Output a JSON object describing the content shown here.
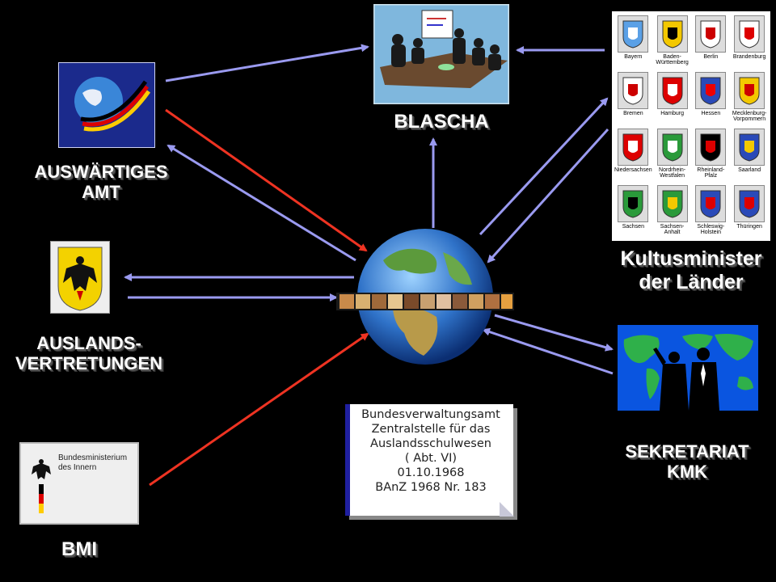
{
  "nodes": {
    "blascha": {
      "label": "BLASCHA",
      "icon": "meeting-presentation-icon"
    },
    "auswaertiges_amt": {
      "label_lines": [
        "AUSWÄRTIGES",
        "AMT"
      ],
      "icon": "globe-swoosh-logo-icon"
    },
    "auslandsvertretungen": {
      "label_lines": [
        "AUSLANDS-",
        "VERTRETUNGEN"
      ],
      "icon": "federal-eagle-icon"
    },
    "bmi": {
      "label": "BMI",
      "logo_text_lines": [
        "Bundesministerium",
        "des Innern"
      ],
      "icon": "federal-eagle-icon"
    },
    "kultusminister": {
      "label_lines": [
        "Kultusminister",
        "der Länder"
      ]
    },
    "sekretariat_kmk": {
      "label_lines": [
        "SEKRETARIAT",
        "KMK"
      ],
      "icon": "world-map-silhouettes-icon"
    },
    "center": {
      "icon": "globe-icon"
    }
  },
  "laender": [
    {
      "name": "Bayern"
    },
    {
      "name": "Baden-\nWürttemberg"
    },
    {
      "name": "Berlin"
    },
    {
      "name": "Brandenburg"
    },
    {
      "name": "Bremen"
    },
    {
      "name": "Hamburg"
    },
    {
      "name": "Hessen"
    },
    {
      "name": "Mecklenburg-\nVorpommern"
    },
    {
      "name": "Niedersachsen"
    },
    {
      "name": "Nordrhein-\nWestfalen"
    },
    {
      "name": "Rheinland-\nPfalz"
    },
    {
      "name": "Saarland"
    },
    {
      "name": "Sachsen"
    },
    {
      "name": "Sachsen-\nAnhalt"
    },
    {
      "name": "Schleswig-\nHolstein"
    },
    {
      "name": "Thüringen"
    }
  ],
  "document": {
    "lines": [
      "Bundesverwaltungsamt",
      "Zentralstelle für das",
      "Auslandsschulwesen",
      "( Abt. VI)",
      "01.10.1968",
      "BAnZ 1968 Nr. 183"
    ]
  },
  "colors": {
    "background": "#000000",
    "arrow_blue": "#9a9af0",
    "arrow_red": "#ee3322",
    "label": "#ffffff"
  }
}
